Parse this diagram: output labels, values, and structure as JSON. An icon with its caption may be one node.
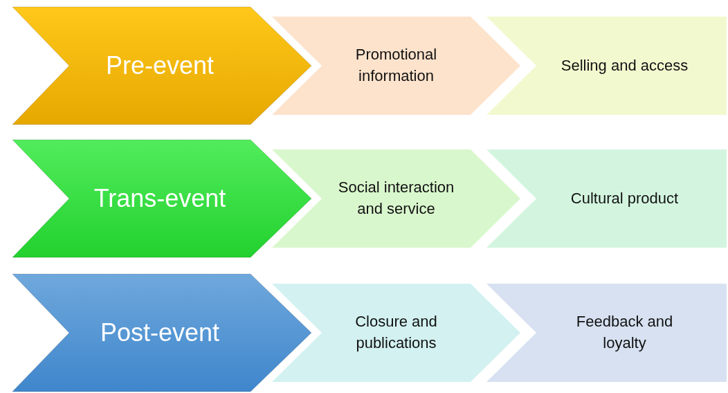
{
  "diagram": {
    "nodes": [
      {
        "text": [
          "Pre-event"
        ]
      },
      {
        "text": [
          "Promotional information"
        ]
      },
      {
        "text": [
          "Selling and access"
        ]
      },
      {
        "text": [
          "Trans-event"
        ]
      },
      {
        "text": [
          "Social interaction and service"
        ]
      },
      {
        "text": [
          "Cultural product"
        ]
      },
      {
        "text": [
          "Post-event"
        ]
      },
      {
        "text": [
          "Closure and publications"
        ]
      },
      {
        "text": [
          "Feedback and loyalty"
        ]
      }
    ]
  }
}
